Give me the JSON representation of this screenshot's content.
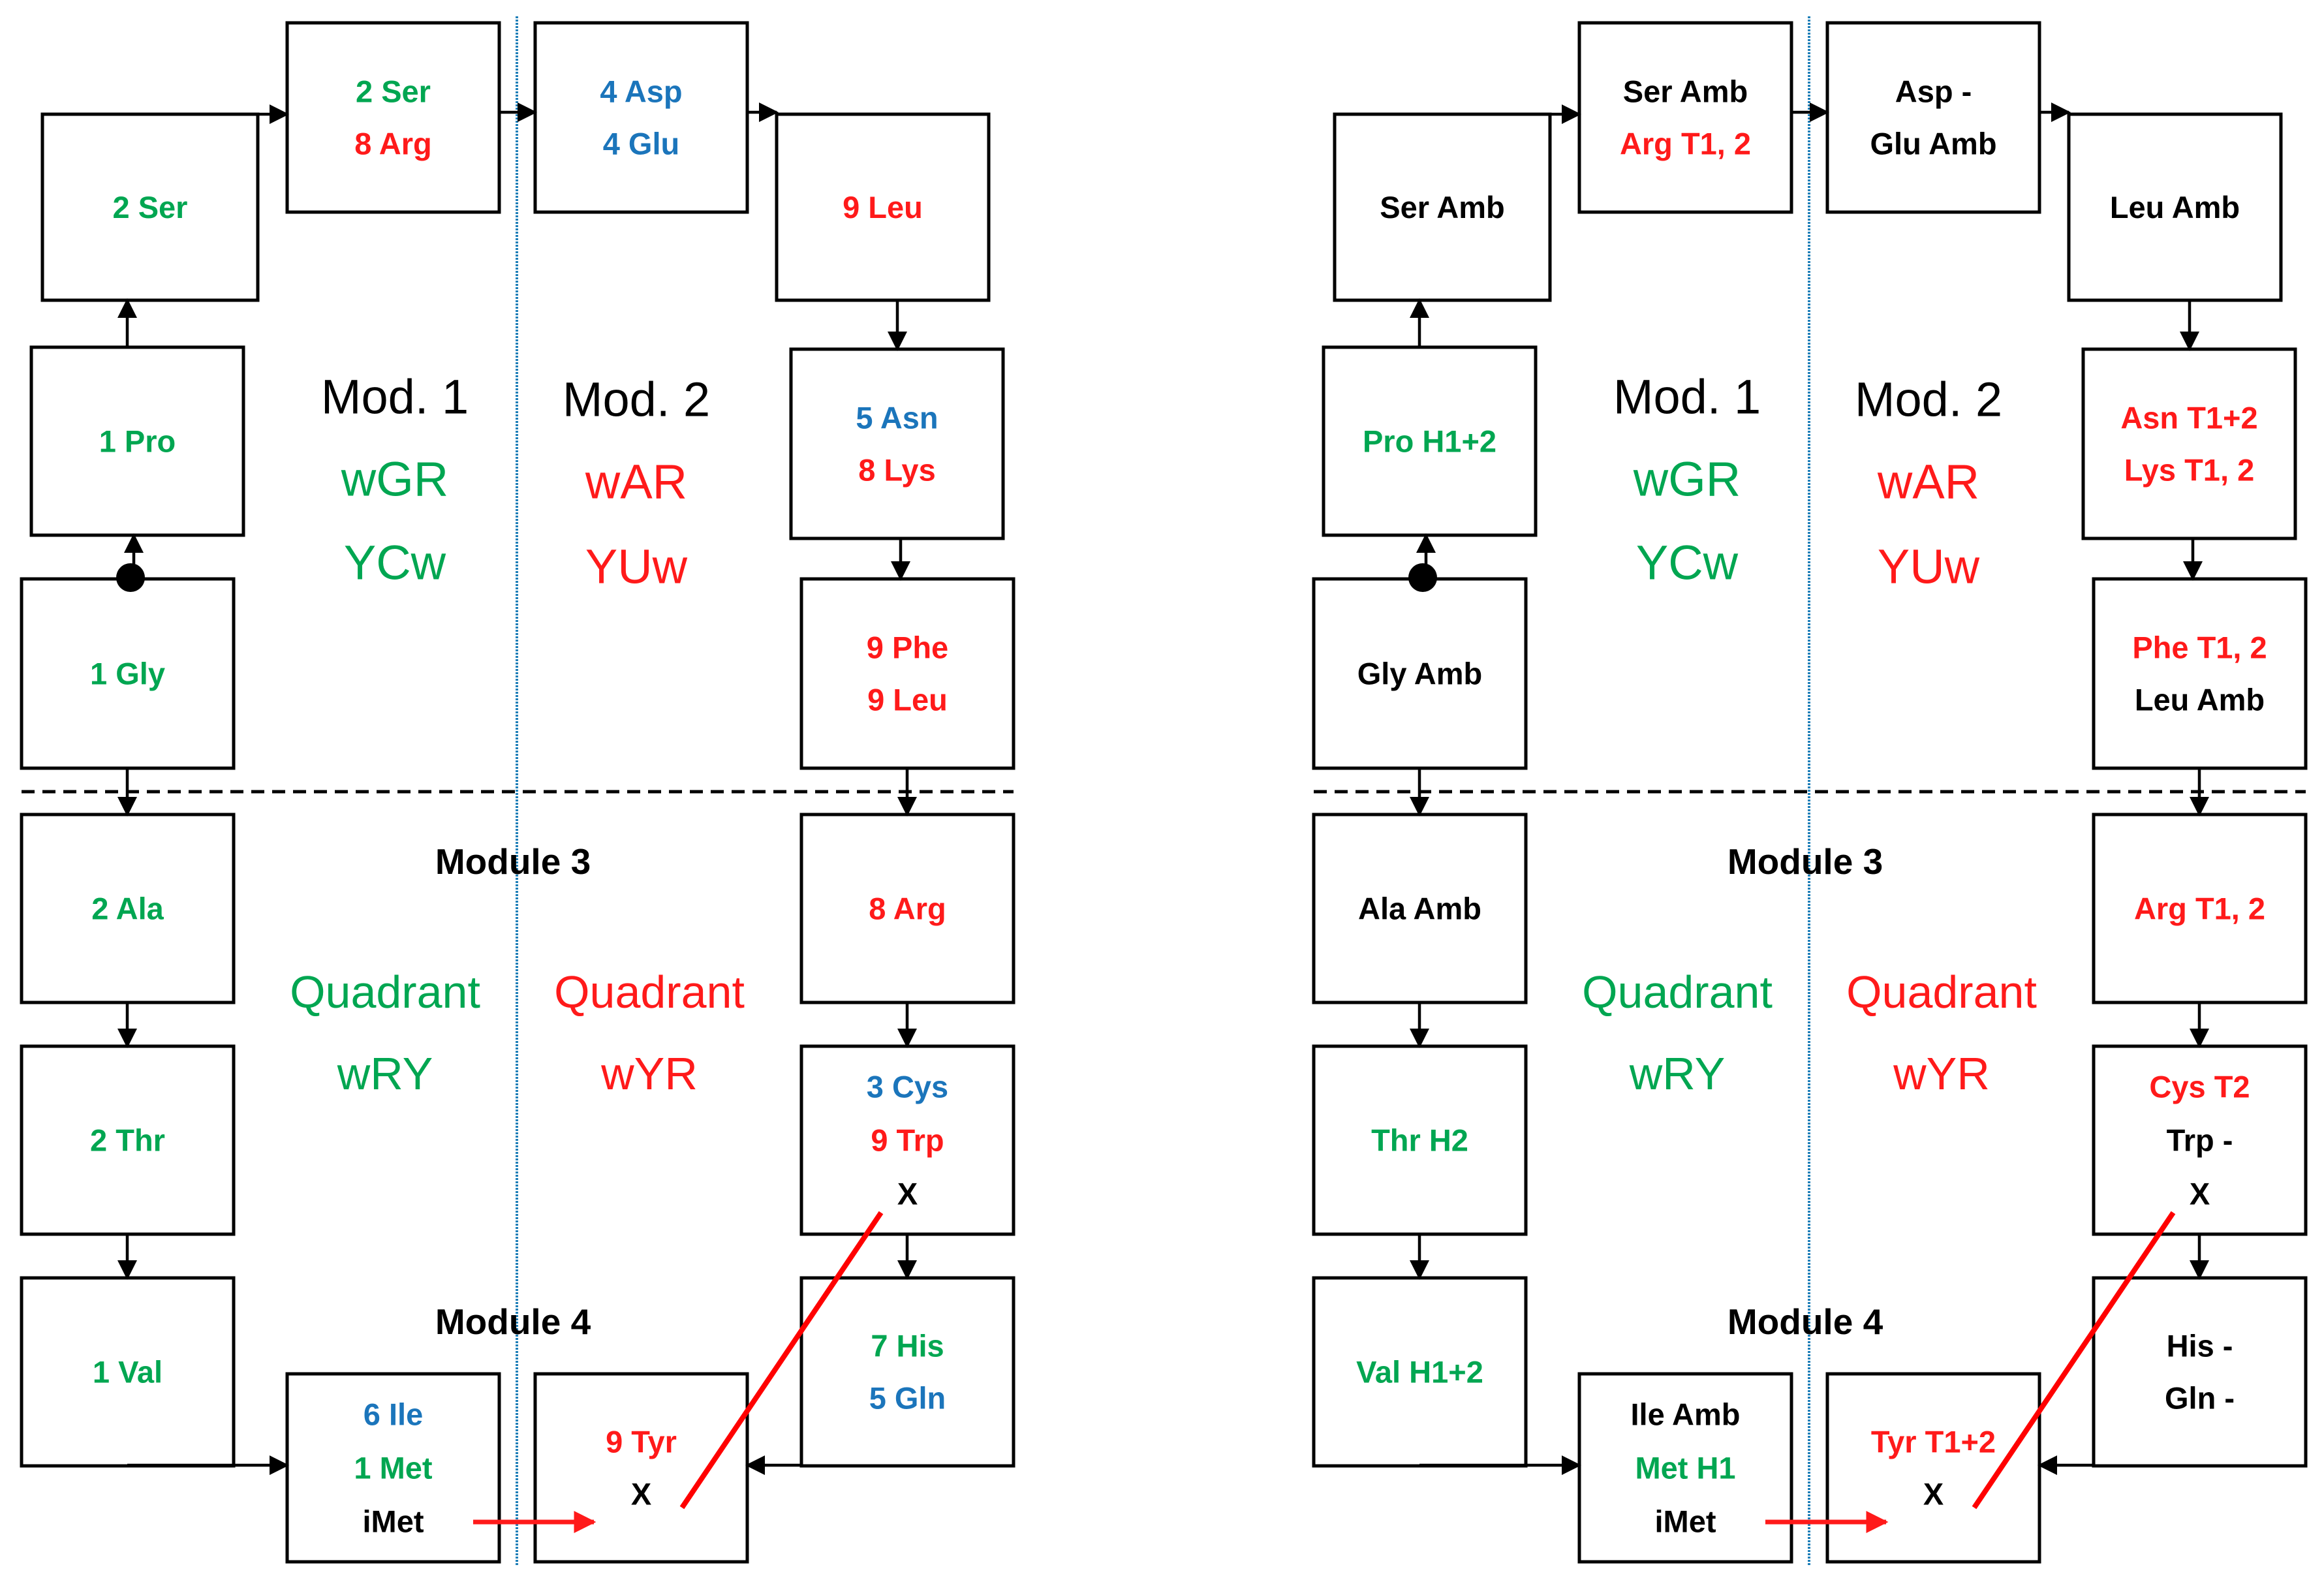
{
  "colors": {
    "green": "#00a651",
    "red": "#ff1a1a",
    "blue": "#1b75bb",
    "black": "#000000",
    "divider": "#1f7fb8"
  },
  "left": {
    "boxes": {
      "ser_arg": [
        {
          "t": "2 Ser",
          "c": "green"
        },
        {
          "t": "8 Arg",
          "c": "red"
        }
      ],
      "asp_glu": [
        {
          "t": "4 Asp",
          "c": "blue"
        },
        {
          "t": "4 Glu",
          "c": "blue"
        }
      ],
      "ser": [
        {
          "t": "2 Ser",
          "c": "green"
        }
      ],
      "leu": [
        {
          "t": "9 Leu",
          "c": "red"
        }
      ],
      "pro": [
        {
          "t": "1 Pro",
          "c": "green"
        }
      ],
      "asn_lys": [
        {
          "t": "5 Asn",
          "c": "blue"
        },
        {
          "t": "8 Lys",
          "c": "red"
        }
      ],
      "gly": [
        {
          "t": "1 Gly",
          "c": "green"
        }
      ],
      "phe_leu": [
        {
          "t": "9 Phe",
          "c": "red"
        },
        {
          "t": "9 Leu",
          "c": "red"
        }
      ],
      "ala": [
        {
          "t": "2 Ala",
          "c": "green"
        }
      ],
      "arg": [
        {
          "t": "8 Arg",
          "c": "red"
        }
      ],
      "thr": [
        {
          "t": "2 Thr",
          "c": "green"
        }
      ],
      "cys_trp": [
        {
          "t": "3 Cys",
          "c": "blue"
        },
        {
          "t": "9 Trp",
          "c": "red"
        },
        {
          "t": "X",
          "c": "black"
        }
      ],
      "val": [
        {
          "t": "1 Val",
          "c": "green"
        }
      ],
      "his_gln": [
        {
          "t": "7 His",
          "c": "green"
        },
        {
          "t": "5 Gln",
          "c": "blue"
        }
      ],
      "ile_met": [
        {
          "t": "6 Ile",
          "c": "blue"
        },
        {
          "t": "1 Met",
          "c": "green"
        },
        {
          "t": "iMet",
          "c": "black"
        }
      ],
      "tyr": [
        {
          "t": "9 Tyr",
          "c": "red"
        },
        {
          "t": "X",
          "c": "black"
        }
      ]
    }
  },
  "right": {
    "boxes": {
      "ser_arg": [
        {
          "t": "Ser Amb",
          "c": "black"
        },
        {
          "t": "Arg T1, 2",
          "c": "red"
        }
      ],
      "asp_glu": [
        {
          "t": "Asp -",
          "c": "black"
        },
        {
          "t": "Glu Amb",
          "c": "black"
        }
      ],
      "ser": [
        {
          "t": "Ser Amb",
          "c": "black"
        }
      ],
      "leu": [
        {
          "t": "Leu Amb",
          "c": "black"
        }
      ],
      "pro": [
        {
          "t": "Pro H1+2",
          "c": "green"
        }
      ],
      "asn_lys": [
        {
          "t": "Asn T1+2",
          "c": "red"
        },
        {
          "t": "Lys T1, 2",
          "c": "red"
        }
      ],
      "gly": [
        {
          "t": "Gly Amb",
          "c": "black"
        }
      ],
      "phe_leu": [
        {
          "t": "Phe T1, 2",
          "c": "red"
        },
        {
          "t": "Leu Amb",
          "c": "black"
        }
      ],
      "ala": [
        {
          "t": "Ala Amb",
          "c": "black"
        }
      ],
      "arg": [
        {
          "t": "Arg T1, 2",
          "c": "red"
        }
      ],
      "thr": [
        {
          "t": "Thr H2",
          "c": "green"
        }
      ],
      "cys_trp": [
        {
          "t": "Cys T2",
          "c": "red"
        },
        {
          "t": "Trp -",
          "c": "black"
        },
        {
          "t": "X",
          "c": "black"
        }
      ],
      "val": [
        {
          "t": "Val H1+2",
          "c": "green"
        }
      ],
      "his_gln": [
        {
          "t": "His -",
          "c": "black"
        },
        {
          "t": "Gln -",
          "c": "black"
        }
      ],
      "ile_met": [
        {
          "t": "Ile Amb",
          "c": "black"
        },
        {
          "t": "Met H1",
          "c": "green"
        },
        {
          "t": "iMet",
          "c": "black"
        }
      ],
      "tyr": [
        {
          "t": "Tyr T1+2",
          "c": "red"
        },
        {
          "t": "X",
          "c": "black"
        }
      ]
    }
  },
  "center": {
    "mod1": "Mod. 1",
    "mod2": "Mod. 2",
    "mod1_l1": "wGR",
    "mod1_l2": "YCw",
    "mod2_l1": "wAR",
    "mod2_l2": "YUw",
    "module3": "Module 3",
    "quad_left": "Quadrant",
    "quad_right": "Quadrant",
    "quad_left_sub": "wRY",
    "quad_right_sub": "wYR",
    "module4": "Module 4"
  }
}
